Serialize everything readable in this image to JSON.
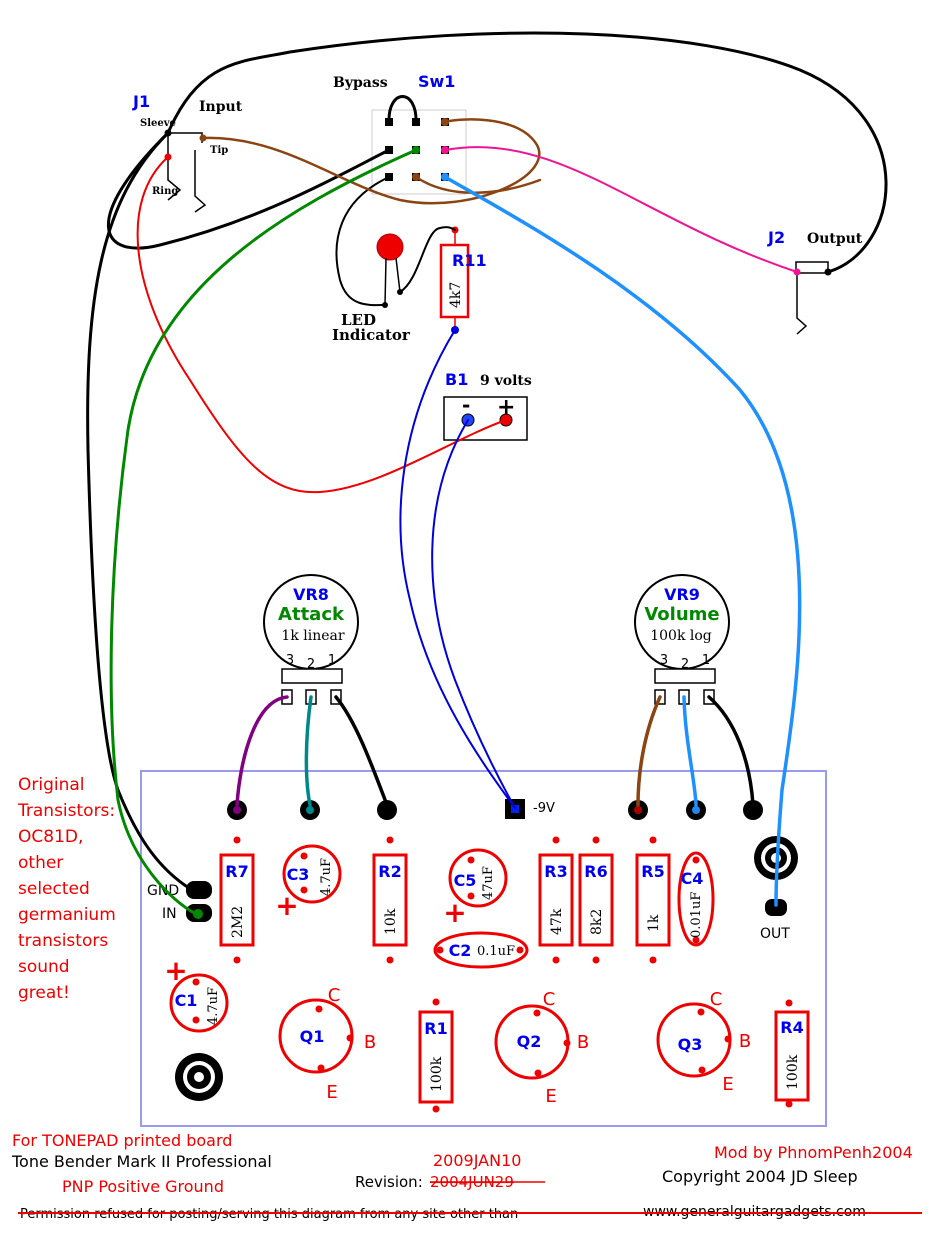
{
  "jacks": {
    "j1": {
      "ref": "J1",
      "name": "Input",
      "sleeve": "Sleeve",
      "tip": "Tip",
      "ring": "Ring"
    },
    "j2": {
      "ref": "J2",
      "name": "Output"
    }
  },
  "switch": {
    "name": "Bypass",
    "ref": "Sw1"
  },
  "led": {
    "line1": "LED",
    "line2": "Indicator"
  },
  "r11": {
    "ref": "R11",
    "value": "4k7"
  },
  "battery": {
    "ref": "B1",
    "value": "9 volts",
    "minus": "-",
    "plus": "+"
  },
  "pots": {
    "vr8": {
      "ref": "VR8",
      "name": "Attack",
      "value": "1k linear",
      "pins": [
        "3",
        "2",
        "1"
      ]
    },
    "vr9": {
      "ref": "VR9",
      "name": "Volume",
      "value": "100k log",
      "pins": [
        "3",
        "2",
        "1"
      ]
    }
  },
  "board": {
    "neg9v": "-9V",
    "gnd": "GND",
    "in": "IN",
    "out": "OUT",
    "plus": "+",
    "resistors": [
      {
        "ref": "R7",
        "value": "2M2"
      },
      {
        "ref": "R2",
        "value": "10k"
      },
      {
        "ref": "R3",
        "value": "47k"
      },
      {
        "ref": "R6",
        "value": "8k2"
      },
      {
        "ref": "R5",
        "value": "1k"
      },
      {
        "ref": "R1",
        "value": "100k"
      },
      {
        "ref": "R4",
        "value": "100k"
      }
    ],
    "capacitors": [
      {
        "ref": "C3",
        "value": "4.7uF"
      },
      {
        "ref": "C5",
        "value": "47uF"
      },
      {
        "ref": "C2",
        "value": "0.1uF"
      },
      {
        "ref": "C4",
        "value": "0.01uF"
      },
      {
        "ref": "C1",
        "value": "4.7uF"
      }
    ],
    "transistors": [
      {
        "ref": "Q1",
        "c": "C",
        "b": "B",
        "e": "E"
      },
      {
        "ref": "Q2",
        "c": "C",
        "b": "B",
        "e": "E"
      },
      {
        "ref": "Q3",
        "c": "C",
        "b": "B",
        "e": "E"
      }
    ]
  },
  "side_note": [
    "Original",
    "Transistors:",
    "OC81D,",
    "other",
    "selected",
    "germanium",
    "transistors",
    "sound",
    "great!"
  ],
  "footer": {
    "tonepad": "For TONEPAD printed board",
    "title": "Tone Bender Mark II Professional",
    "ground": "PNP Positive Ground",
    "revision_label": "Revision:",
    "revision_new": "2009JAN10",
    "revision_old": "2004JUN29",
    "mod": "Mod by PhnomPenh2004",
    "copyright": "Copyright 2004  JD Sleep",
    "permission": "Permission refused for posting/serving this diagram from any site other than",
    "site": "www.generalguitargadgets.com"
  },
  "colors": {
    "label_blue": "#0000ee",
    "part_red": "#ee0000",
    "attack_green": "#008800",
    "board_outline": "#9999ee"
  }
}
